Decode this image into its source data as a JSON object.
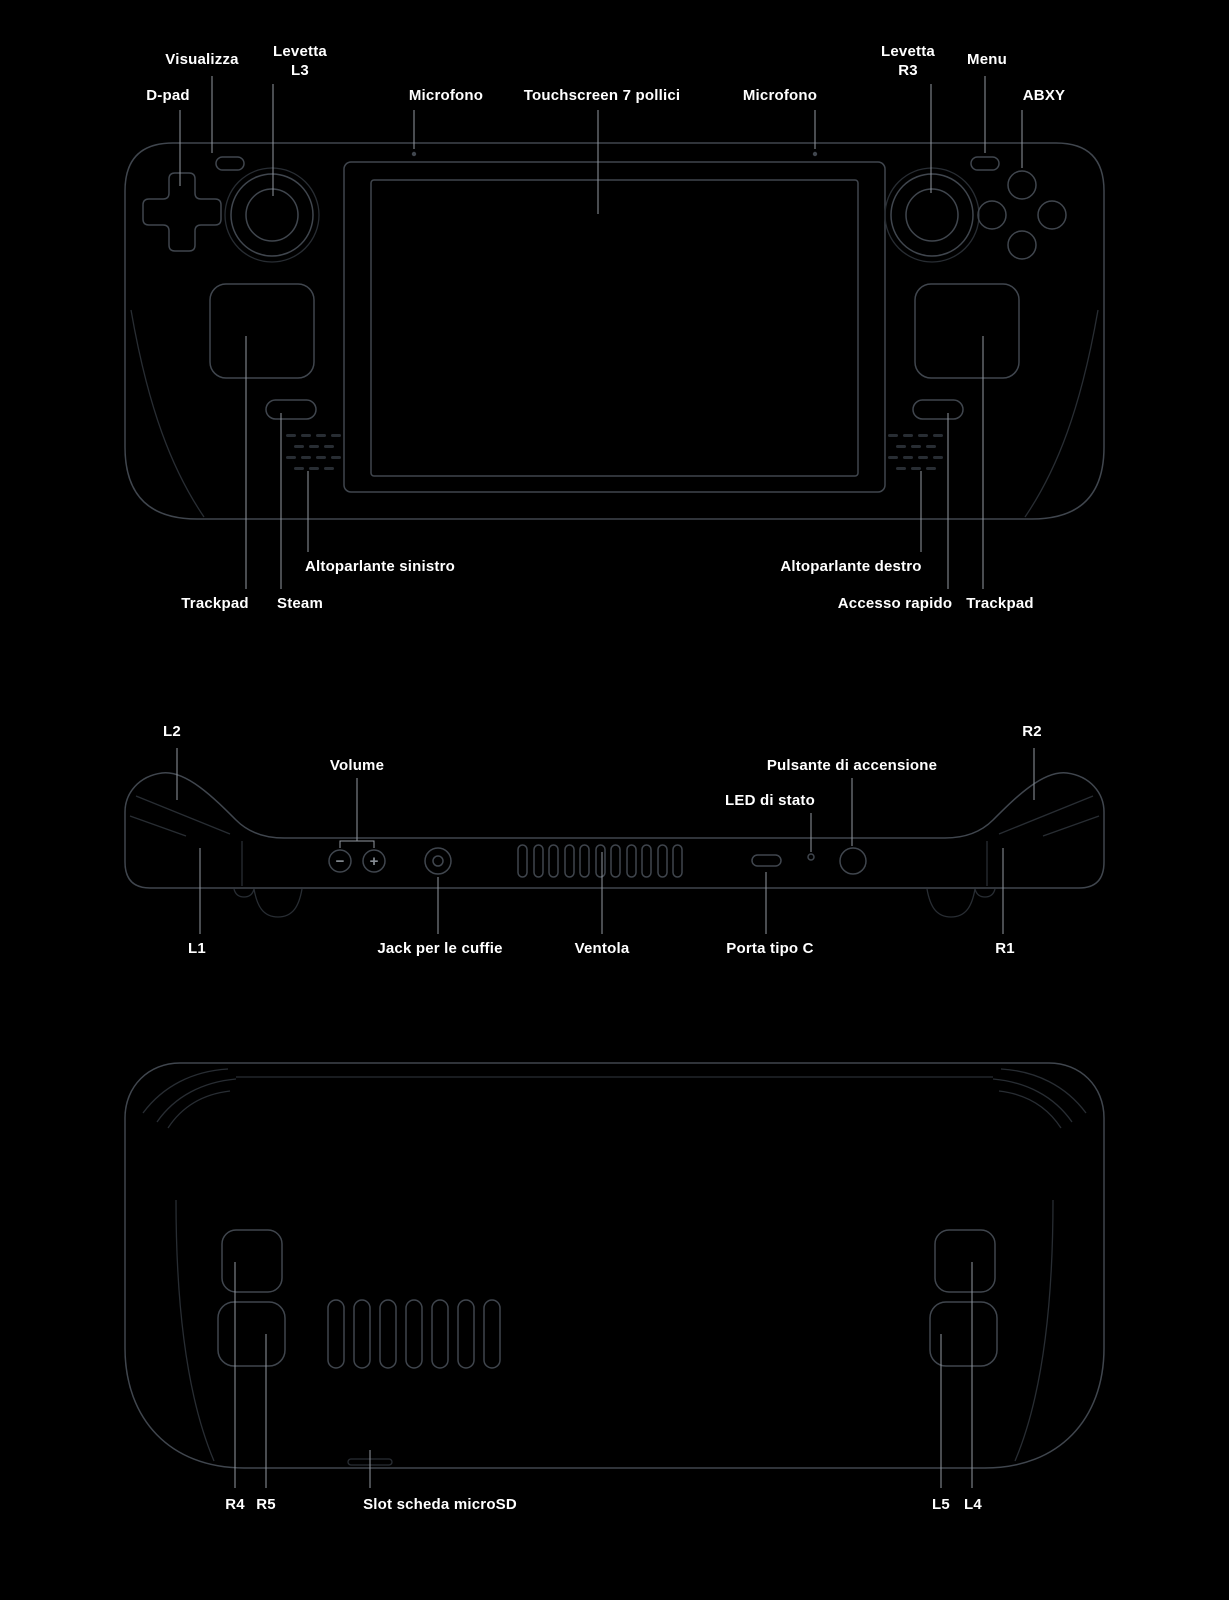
{
  "colors": {
    "bg": "#000000",
    "outline": "#40464e",
    "outline-dim": "#282d33",
    "label-line": "#9298a0",
    "text": "#ffffff",
    "glyph": "#878d94"
  },
  "glyphs": {
    "volume_down": "−",
    "volume_up": "+"
  },
  "labels": {
    "front": {
      "visualizza": "Visualizza",
      "levetta_l3": "Levetta\nL3",
      "dpad": "D-pad",
      "microfono_sinistro": "Microfono",
      "touchscreen": "Touchscreen 7 pollici",
      "microfono_destro": "Microfono",
      "levetta_r3": "Levetta\nR3",
      "menu": "Menu",
      "abxy": "ABXY",
      "altoparlante_sinistro": "Altoparlante sinistro",
      "trackpad_sinistro": "Trackpad",
      "steam": "Steam",
      "altoparlante_destro": "Altoparlante destro",
      "accesso_rapido": "Accesso rapido",
      "trackpad_destro": "Trackpad"
    },
    "top": {
      "l2": "L2",
      "volume": "Volume",
      "pulsante_accensione": "Pulsante di accensione",
      "led_stato": "LED di stato",
      "r2": "R2",
      "l1": "L1",
      "jack_cuffie": "Jack per le cuffie",
      "ventola": "Ventola",
      "porta_tipo_c": "Porta tipo C",
      "r1": "R1"
    },
    "back": {
      "r4": "R4",
      "r5": "R5",
      "slot_microsd": "Slot scheda microSD",
      "l5": "L5",
      "l4": "L4"
    }
  }
}
